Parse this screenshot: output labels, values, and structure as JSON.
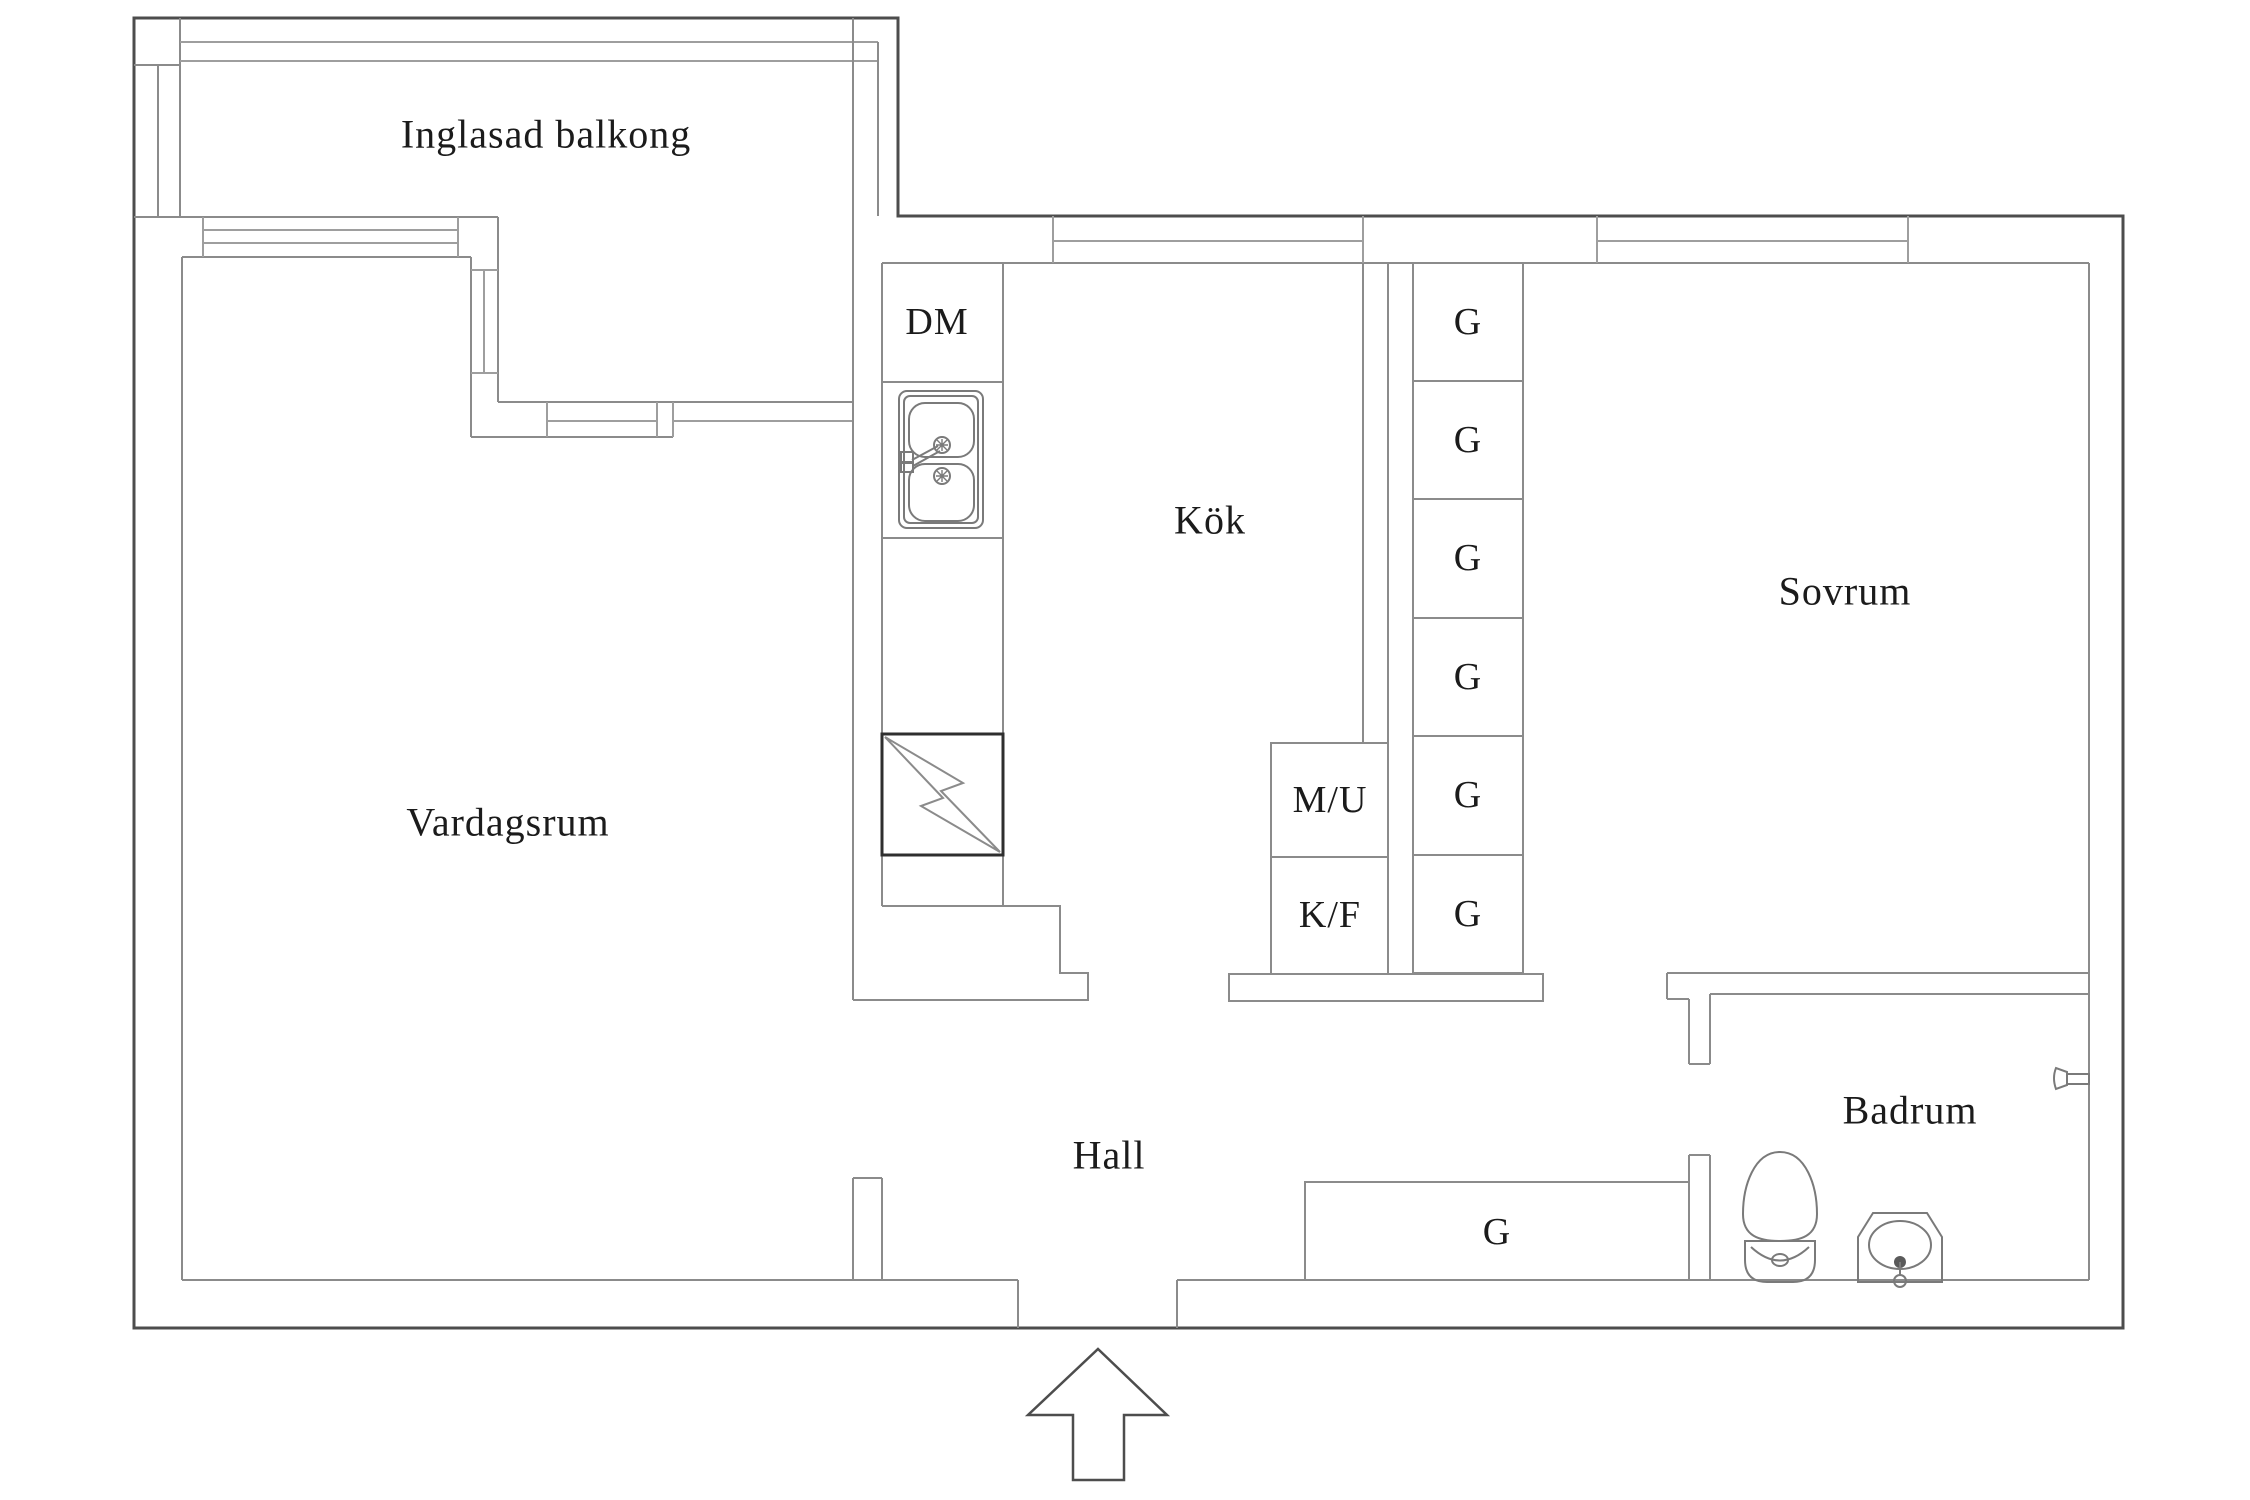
{
  "document": {
    "type": "floor-plan",
    "style": "architectural line drawing"
  },
  "colors": {
    "background": "#ffffff",
    "outer_wall_line": "#4d4d4d",
    "inner_wall_line": "#8b8b8b",
    "glazing_line": "#9e9e9e",
    "fixture_line": "#7a7a7a",
    "electrical_panel_border": "#2f2f2f",
    "text": "#1b1b1b"
  },
  "rooms": {
    "balcony": {
      "label": "Inglasad balkong"
    },
    "living_room": {
      "label": "Vardagsrum"
    },
    "kitchen": {
      "label": "Kök"
    },
    "bedroom": {
      "label": "Sovrum"
    },
    "hall": {
      "label": "Hall"
    },
    "bathroom": {
      "label": "Badrum"
    }
  },
  "appliances": {
    "dishwasher": {
      "label": "DM"
    },
    "microwave_oven": {
      "label": "M/U"
    },
    "fridge_freezer": {
      "label": "K/F"
    }
  },
  "closets": {
    "column": [
      {
        "label": "G"
      },
      {
        "label": "G"
      },
      {
        "label": "G"
      },
      {
        "label": "G"
      },
      {
        "label": "G"
      },
      {
        "label": "G"
      }
    ],
    "hall_wardrobe": {
      "label": "G"
    }
  },
  "icons": [
    "kitchen-sink-icon",
    "electrical-panel-icon",
    "toilet-icon",
    "bathroom-sink-icon",
    "wall-faucet-icon",
    "entrance-arrow-icon"
  ]
}
